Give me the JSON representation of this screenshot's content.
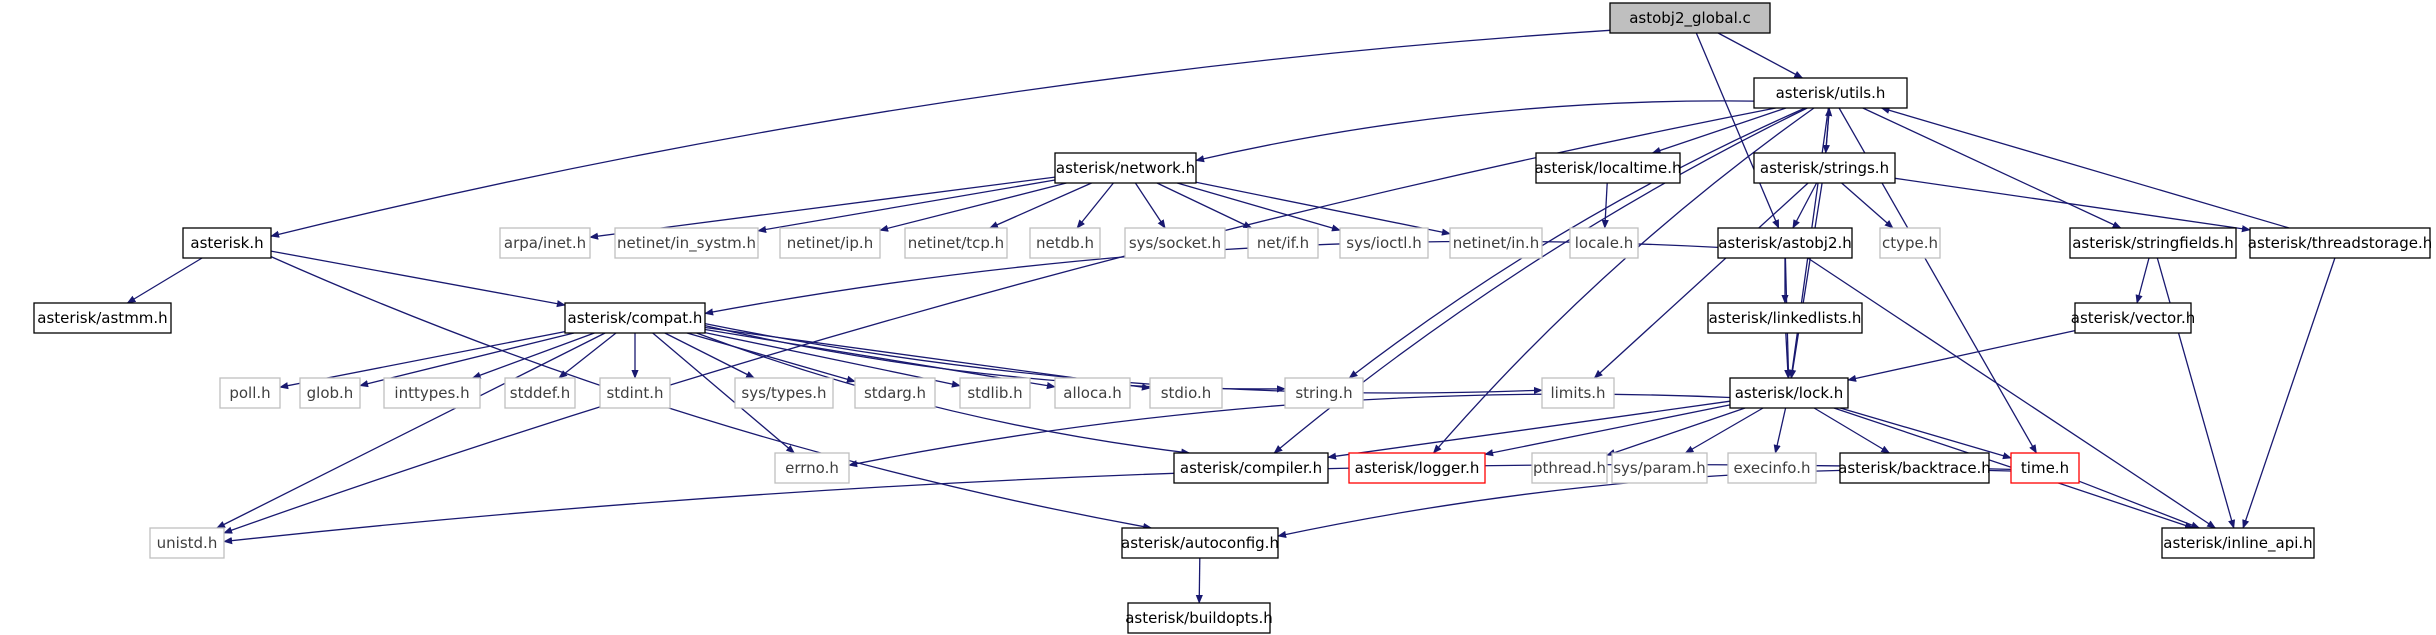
{
  "colors": {
    "edge": "#191970",
    "node_border_dark": "#000000",
    "node_border_grey": "#bfbfbf",
    "node_border_red": "#ff0000",
    "root_fill": "#bfbfbf",
    "node_fill": "#ffffff",
    "text_dark": "#000000",
    "text_grey": "#3f3f3f"
  },
  "nodes": [
    {
      "id": "root",
      "label": "astobj2_global.c",
      "style": "root"
    },
    {
      "id": "utils",
      "label": "asterisk/utils.h",
      "style": "dark"
    },
    {
      "id": "asterisk",
      "label": "asterisk.h",
      "style": "dark"
    },
    {
      "id": "network",
      "label": "asterisk/network.h",
      "style": "dark"
    },
    {
      "id": "localtime",
      "label": "asterisk/localtime.h",
      "style": "dark"
    },
    {
      "id": "strings",
      "label": "asterisk/strings.h",
      "style": "dark"
    },
    {
      "id": "astobj2",
      "label": "asterisk/astobj2.h",
      "style": "dark"
    },
    {
      "id": "stringfields",
      "label": "asterisk/stringfields.h",
      "style": "dark"
    },
    {
      "id": "threadstorage",
      "label": "asterisk/threadstorage.h",
      "style": "dark"
    },
    {
      "id": "astmm",
      "label": "asterisk/astmm.h",
      "style": "dark"
    },
    {
      "id": "compat",
      "label": "asterisk/compat.h",
      "style": "dark"
    },
    {
      "id": "linkedlists",
      "label": "asterisk/linkedlists.h",
      "style": "dark"
    },
    {
      "id": "vector",
      "label": "asterisk/vector.h",
      "style": "dark"
    },
    {
      "id": "lock",
      "label": "asterisk/lock.h",
      "style": "dark"
    },
    {
      "id": "compiler",
      "label": "asterisk/compiler.h",
      "style": "dark"
    },
    {
      "id": "logger",
      "label": "asterisk/logger.h",
      "style": "red"
    },
    {
      "id": "backtrace",
      "label": "asterisk/backtrace.h",
      "style": "dark"
    },
    {
      "id": "time",
      "label": "time.h",
      "style": "red"
    },
    {
      "id": "inline_api",
      "label": "asterisk/inline_api.h",
      "style": "dark"
    },
    {
      "id": "autoconfig",
      "label": "asterisk/autoconfig.h",
      "style": "dark"
    },
    {
      "id": "buildopts",
      "label": "asterisk/buildopts.h",
      "style": "dark"
    },
    {
      "id": "arpa_inet",
      "label": "arpa/inet.h",
      "style": "grey"
    },
    {
      "id": "in_systm",
      "label": "netinet/in_systm.h",
      "style": "grey"
    },
    {
      "id": "ip",
      "label": "netinet/ip.h",
      "style": "grey"
    },
    {
      "id": "tcp",
      "label": "netinet/tcp.h",
      "style": "grey"
    },
    {
      "id": "netdb",
      "label": "netdb.h",
      "style": "grey"
    },
    {
      "id": "socket",
      "label": "sys/socket.h",
      "style": "grey"
    },
    {
      "id": "net_if",
      "label": "net/if.h",
      "style": "grey"
    },
    {
      "id": "ioctl",
      "label": "sys/ioctl.h",
      "style": "grey"
    },
    {
      "id": "netinet_in",
      "label": "netinet/in.h",
      "style": "grey"
    },
    {
      "id": "locale",
      "label": "locale.h",
      "style": "grey"
    },
    {
      "id": "ctype",
      "label": "ctype.h",
      "style": "grey"
    },
    {
      "id": "poll",
      "label": "poll.h",
      "style": "grey"
    },
    {
      "id": "glob",
      "label": "glob.h",
      "style": "grey"
    },
    {
      "id": "inttypes",
      "label": "inttypes.h",
      "style": "grey"
    },
    {
      "id": "stddef",
      "label": "stddef.h",
      "style": "grey"
    },
    {
      "id": "stdint",
      "label": "stdint.h",
      "style": "grey"
    },
    {
      "id": "sys_types",
      "label": "sys/types.h",
      "style": "grey"
    },
    {
      "id": "stdarg",
      "label": "stdarg.h",
      "style": "grey"
    },
    {
      "id": "stdlib",
      "label": "stdlib.h",
      "style": "grey"
    },
    {
      "id": "alloca",
      "label": "alloca.h",
      "style": "grey"
    },
    {
      "id": "stdio",
      "label": "stdio.h",
      "style": "grey"
    },
    {
      "id": "string",
      "label": "string.h",
      "style": "grey"
    },
    {
      "id": "limits",
      "label": "limits.h",
      "style": "grey"
    },
    {
      "id": "errno",
      "label": "errno.h",
      "style": "grey"
    },
    {
      "id": "pthread",
      "label": "pthread.h",
      "style": "grey"
    },
    {
      "id": "sys_param",
      "label": "sys/param.h",
      "style": "grey"
    },
    {
      "id": "execinfo",
      "label": "execinfo.h",
      "style": "grey"
    },
    {
      "id": "unistd",
      "label": "unistd.h",
      "style": "grey"
    }
  ],
  "edges": [
    [
      "root",
      "utils"
    ],
    [
      "root",
      "asterisk"
    ],
    [
      "root",
      "astobj2"
    ],
    [
      "utils",
      "network"
    ],
    [
      "utils",
      "localtime"
    ],
    [
      "utils",
      "strings"
    ],
    [
      "utils",
      "stringfields"
    ],
    [
      "utils",
      "lock"
    ],
    [
      "utils",
      "time"
    ],
    [
      "utils",
      "unistd"
    ],
    [
      "utils",
      "string"
    ],
    [
      "utils",
      "compiler"
    ],
    [
      "utils",
      "logger"
    ],
    [
      "strings",
      "utils"
    ],
    [
      "threadstorage",
      "utils"
    ],
    [
      "network",
      "arpa_inet"
    ],
    [
      "network",
      "in_systm"
    ],
    [
      "network",
      "ip"
    ],
    [
      "network",
      "tcp"
    ],
    [
      "network",
      "netdb"
    ],
    [
      "network",
      "socket"
    ],
    [
      "network",
      "net_if"
    ],
    [
      "network",
      "ioctl"
    ],
    [
      "network",
      "netinet_in"
    ],
    [
      "localtime",
      "locale"
    ],
    [
      "strings",
      "ctype"
    ],
    [
      "strings",
      "astobj2"
    ],
    [
      "strings",
      "threadstorage"
    ],
    [
      "strings",
      "limits"
    ],
    [
      "strings",
      "lock"
    ],
    [
      "astobj2",
      "compat"
    ],
    [
      "astobj2",
      "linkedlists"
    ],
    [
      "astobj2",
      "lock"
    ],
    [
      "astobj2",
      "inline_api"
    ],
    [
      "asterisk",
      "astmm"
    ],
    [
      "asterisk",
      "compat"
    ],
    [
      "asterisk",
      "autoconfig"
    ],
    [
      "stringfields",
      "vector"
    ],
    [
      "stringfields",
      "inline_api"
    ],
    [
      "threadstorage",
      "inline_api"
    ],
    [
      "vector",
      "lock"
    ],
    [
      "linkedlists",
      "lock"
    ],
    [
      "compat",
      "poll"
    ],
    [
      "compat",
      "glob"
    ],
    [
      "compat",
      "inttypes"
    ],
    [
      "compat",
      "stddef"
    ],
    [
      "compat",
      "stdint"
    ],
    [
      "compat",
      "sys_types"
    ],
    [
      "compat",
      "stdarg"
    ],
    [
      "compat",
      "stdlib"
    ],
    [
      "compat",
      "alloca"
    ],
    [
      "compat",
      "stdio"
    ],
    [
      "compat",
      "string"
    ],
    [
      "compat",
      "limits"
    ],
    [
      "compat",
      "errno"
    ],
    [
      "compat",
      "unistd"
    ],
    [
      "compat",
      "compiler"
    ],
    [
      "lock",
      "errno"
    ],
    [
      "lock",
      "compiler"
    ],
    [
      "lock",
      "logger"
    ],
    [
      "lock",
      "pthread"
    ],
    [
      "lock",
      "sys_param"
    ],
    [
      "lock",
      "execinfo"
    ],
    [
      "lock",
      "backtrace"
    ],
    [
      "lock",
      "time"
    ],
    [
      "lock",
      "inline_api"
    ],
    [
      "time",
      "unistd"
    ],
    [
      "time",
      "autoconfig"
    ],
    [
      "time",
      "inline_api"
    ],
    [
      "autoconfig",
      "buildopts"
    ]
  ]
}
